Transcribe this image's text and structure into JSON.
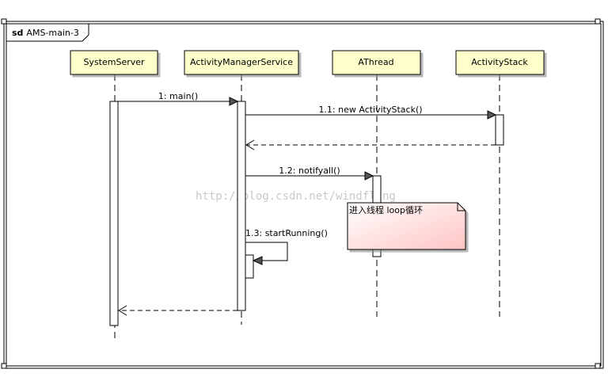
{
  "diagram": {
    "frame_kind": "sd",
    "frame_title": "AMS-main-3",
    "lifelines": [
      {
        "name": "SystemServer"
      },
      {
        "name": "ActivityManagerService"
      },
      {
        "name": "AThread"
      },
      {
        "name": "ActivityStack"
      }
    ],
    "messages": [
      {
        "label": "1: main()"
      },
      {
        "label": "1.1: new ActivityStack()"
      },
      {
        "label": "1.2: notifyall()"
      },
      {
        "label": "1.3: startRunning()"
      }
    ],
    "note": "进入线程 loop循环",
    "watermark": "http://blog.csdn.net/windfling",
    "colors": {
      "lifeline_head_fill": "#ffffcc",
      "note_fill_start": "#ffffff",
      "note_fill_end": "#ffc8c8",
      "line": "#000000",
      "shadow": "#9a9a9a"
    }
  }
}
